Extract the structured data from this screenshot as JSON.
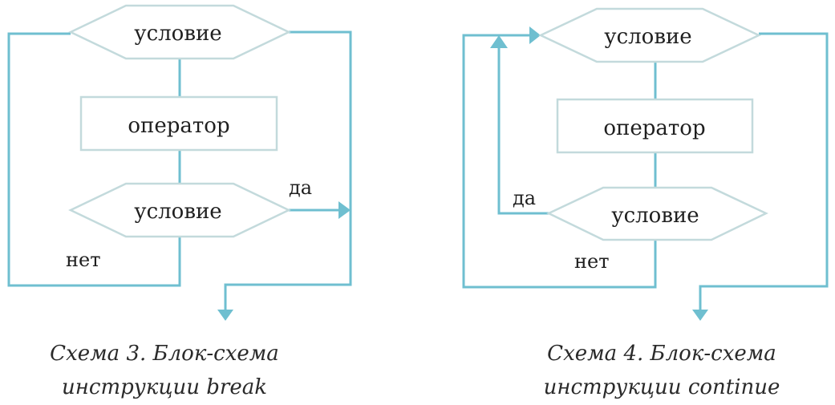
{
  "colors": {
    "wire": "#6fbfd0",
    "shape_border": "#c3dadc",
    "text": "#1f1f1f"
  },
  "diagrams": [
    {
      "nodes": {
        "condition_top": "условие",
        "operator": "оператор",
        "condition_bottom": "условие"
      },
      "branches": {
        "yes": "да",
        "no": "нет"
      },
      "caption": [
        "Схема 3. Блок-схема",
        "инструкции break"
      ]
    },
    {
      "nodes": {
        "condition_top": "условие",
        "operator": "оператор",
        "condition_bottom": "условие"
      },
      "branches": {
        "yes": "да",
        "no": "нет"
      },
      "caption": [
        "Схема 4. Блок-схема",
        "инструкции continue"
      ]
    }
  ]
}
